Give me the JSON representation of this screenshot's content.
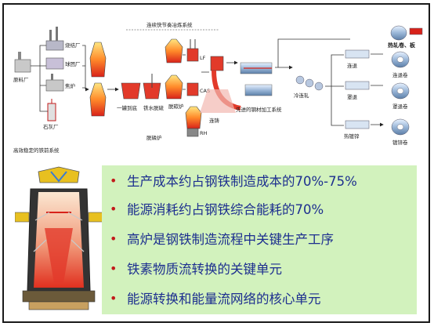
{
  "flow": {
    "left": {
      "sinter": "烧结厂",
      "pellet": "球团厂",
      "coke": "焦炉",
      "lime": "石灰厂",
      "raw": "原料厂",
      "system": "高效稳定的铁前系统"
    },
    "mid": {
      "ladle": "一罐到底",
      "pretreat": "铁水脱硫",
      "bof": "脱磷炉",
      "bof2": "脱碳炉",
      "lf": "LF",
      "cas": "CAS",
      "rh": "RH",
      "caster": "连铸",
      "system": "连续快节奏冶炼系统"
    },
    "right": {
      "hot": "热轧卷、板",
      "cold": "冷连轧",
      "anneal1": "连退",
      "anneal2": "罩退",
      "galv": "热镀锌",
      "coil1": "连退卷",
      "coil2": "罩退卷",
      "coil3": "镀锌卷",
      "system": "先进的钢材加工系统"
    }
  },
  "bullets": [
    "生产成本约占钢铁制造成本的70%-75%",
    "能源消耗约占钢铁综合能耗的70%",
    "高炉是钢铁制造流程中关键生产工序",
    "铁素物质流转换的关键单元",
    "能源转换和能量流网络的核心单元"
  ],
  "colors": {
    "panel": "#d2f2bd",
    "text": "#1d2f8f",
    "bullet": "#c21b1b",
    "molten": "#e23a2a"
  }
}
